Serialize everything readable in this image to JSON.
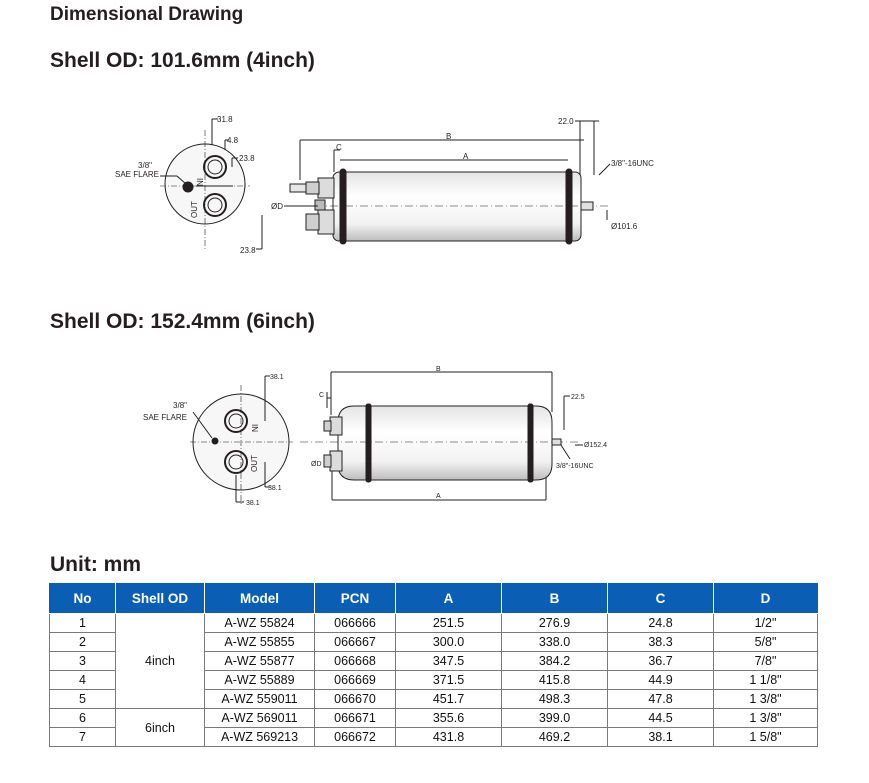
{
  "heading": "Dimensional Drawing",
  "section_4inch": {
    "title": "Shell OD: 101.6mm (4inch)",
    "labels": {
      "d31_8": "31.8",
      "d4_8": "4.8",
      "d23_8_top": "23.8",
      "d23_8_bottom": "23.8",
      "flare_line1": "3/8\"",
      "flare_line2": "SAE FLARE",
      "port_in": "IN",
      "port_out": "OUT",
      "od_d": "ØD",
      "dim_a": "A",
      "dim_b": "B",
      "dim_c": "C",
      "d22_0": "22.0",
      "thread": "3/8\"-16UNC",
      "shell_dia": "Ø101.6"
    }
  },
  "section_6inch": {
    "title": "Shell OD: 152.4mm (6inch)",
    "labels": {
      "d38_1_top": "38.1",
      "d38_1_right": "38.1",
      "d38_1_bottom": "38.1",
      "flare_line1": "3/8\"",
      "flare_line2": "SAE FLARE",
      "port_in": "IN",
      "port_out": "OUT",
      "od_d": "ØD",
      "dim_a": "A",
      "dim_b": "B",
      "dim_c": "C",
      "d22_5": "22.5",
      "thread": "3/8\"-16UNC",
      "shell_dia": "Ø152.4"
    }
  },
  "unit_title": "Unit: mm",
  "table": {
    "headers": [
      "No",
      "Shell OD",
      "Model",
      "PCN",
      "A",
      "B",
      "C",
      "D"
    ],
    "groups": [
      {
        "shell_od": "4inch",
        "rows": [
          [
            "1",
            "A-WZ 55824",
            "066666",
            "251.5",
            "276.9",
            "24.8",
            "1/2\""
          ],
          [
            "2",
            "A-WZ 55855",
            "066667",
            "300.0",
            "338.0",
            "38.3",
            "5/8\""
          ],
          [
            "3",
            "A-WZ 55877",
            "066668",
            "347.5",
            "384.2",
            "36.7",
            "7/8\""
          ],
          [
            "4",
            "A-WZ 55889",
            "066669",
            "371.5",
            "415.8",
            "44.9",
            "1 1/8\""
          ],
          [
            "5",
            "A-WZ 559011",
            "066670",
            "451.7",
            "498.3",
            "47.8",
            "1 3/8\""
          ]
        ]
      },
      {
        "shell_od": "6inch",
        "rows": [
          [
            "6",
            "A-WZ 569011",
            "066671",
            "355.6",
            "399.0",
            "44.5",
            "1 3/8\""
          ],
          [
            "7",
            "A-WZ 569213",
            "066672",
            "431.8",
            "469.2",
            "38.1",
            "1 5/8\""
          ]
        ]
      }
    ]
  },
  "colors": {
    "header_bg": "#0a5fb4",
    "header_text": "#ffffff",
    "line": "#231f20"
  }
}
